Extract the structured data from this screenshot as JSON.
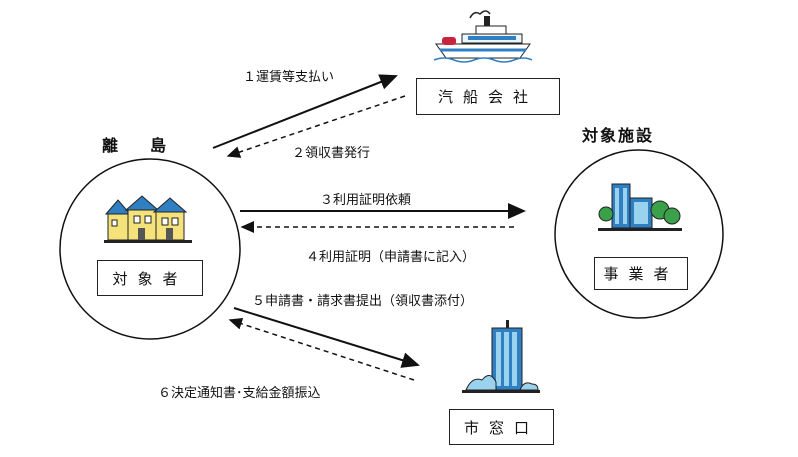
{
  "nodes": {
    "island": {
      "title": "離　　島",
      "box": "対象者"
    },
    "shipping": {
      "box": "汽船会社"
    },
    "facility": {
      "title": "対象施設",
      "box": "事業者"
    },
    "city": {
      "box": "市窓口"
    }
  },
  "flows": [
    {
      "label": "１運賃等支払い"
    },
    {
      "label": "２領収書発行"
    },
    {
      "label": "３利用証明依頼"
    },
    {
      "label": "４利用証明（申請書に記入）"
    },
    {
      "label": "５申請書・請求書提出（領収書添付）"
    },
    {
      "label": "６決定通知書･支給金額振込"
    }
  ],
  "icons": {
    "ship": "ship-icon",
    "houses": "houses-icon",
    "buildings": "office-buildings-icon",
    "tower": "city-hall-tower-icon"
  },
  "colors": {
    "blue": "#2f7fc2",
    "light_blue": "#9bd3ee",
    "green": "#3aa14a",
    "red": "#c8233a",
    "yellow": "#f6e27a"
  }
}
